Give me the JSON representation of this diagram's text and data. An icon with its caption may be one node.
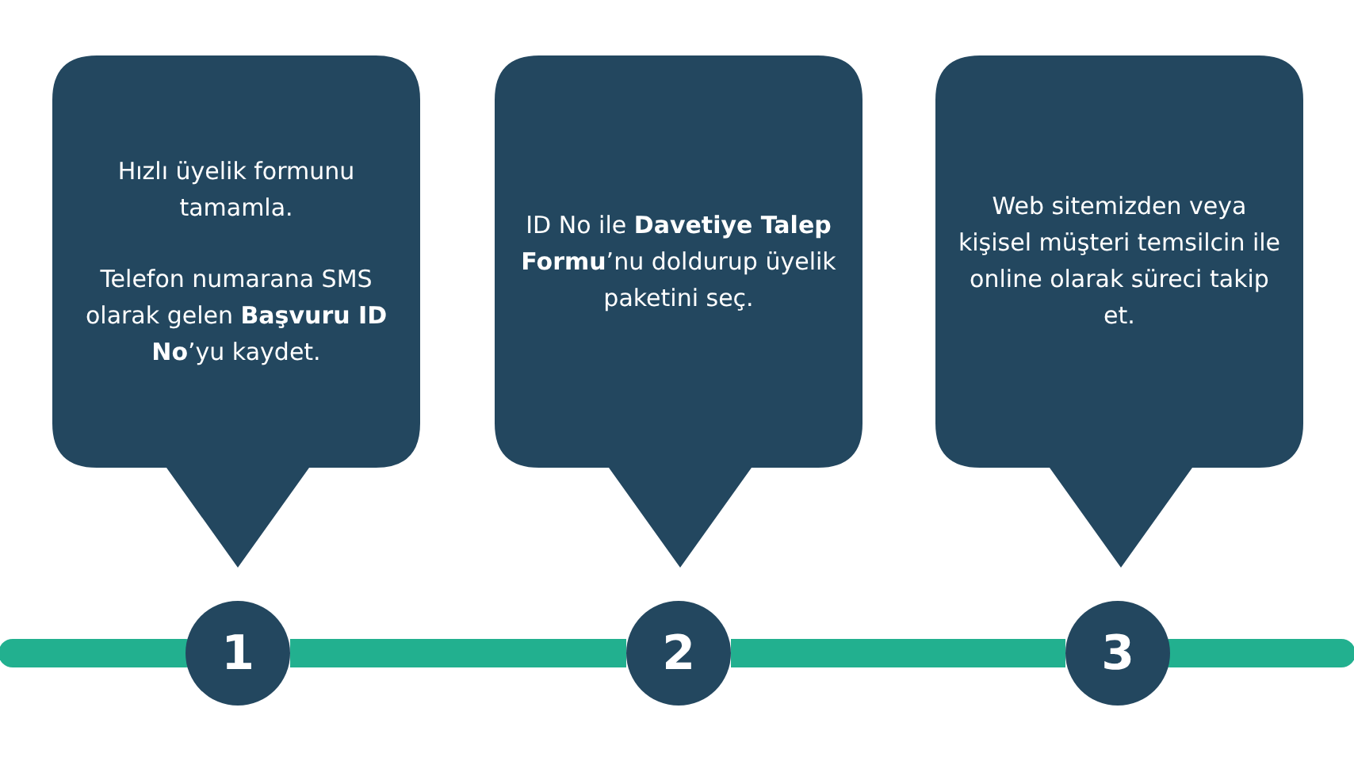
{
  "diagram": {
    "nodes": [
      {
        "text": [
          "Hızlı üyelik formunu tamamla.",
          "Telefon numarana SMS olarak gelen **Başvuru ID No**’yu kaydet."
        ]
      },
      {
        "text": [
          "ID No ile **Davetiye Talep Formu**’nu doldurup üyelik paketini seç."
        ]
      },
      {
        "text": [
          "Web sitemizden veya kişisel müşteri temsilcin ile online olarak süreci takip et."
        ]
      },
      {
        "text": [
          "1"
        ]
      },
      {
        "text": [
          "2"
        ]
      },
      {
        "text": [
          "3"
        ]
      }
    ],
    "edges": [
      {
        "from": null,
        "to": 3,
        "arrow": "none"
      },
      {
        "from": 3,
        "to": 4,
        "arrow": "none"
      },
      {
        "from": 4,
        "to": 5,
        "arrow": "none"
      },
      {
        "from": 5,
        "to": null,
        "arrow": "none"
      }
    ]
  }
}
